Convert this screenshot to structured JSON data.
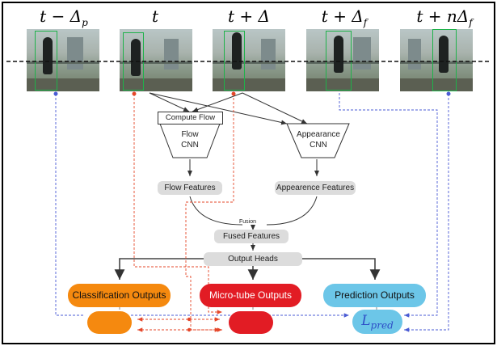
{
  "time_labels": [
    "t − Δ",
    "t",
    "t + Δ",
    "t + Δ",
    "t + nΔ"
  ],
  "time_subscripts": [
    "p",
    "",
    "",
    "f",
    "f"
  ],
  "boxes": {
    "compute_flow": "Compute Flow",
    "flow_cnn_line1": "Flow",
    "flow_cnn_line2": "CNN",
    "appearance_cnn_line1": "Appearance",
    "appearance_cnn_line2": "CNN",
    "flow_features": "Flow Features",
    "appearance_features": "Appearence Features",
    "fusion": "Fusion",
    "fused_features": "Fused Features",
    "output_heads": "Output Heads"
  },
  "outputs": {
    "classification": "Classification Outputs",
    "microtube": "Micro-tube Outputs",
    "prediction": "Prediction Outputs",
    "loss_main": "L",
    "loss_sub": "pred"
  },
  "colors": {
    "orange": "#f5890f",
    "red": "#e21c24",
    "cyan": "#6cc6e8",
    "blue_dashed": "#4a5bd4",
    "red_dashed": "#e5472a",
    "bbox_green": "#1fb24a"
  }
}
